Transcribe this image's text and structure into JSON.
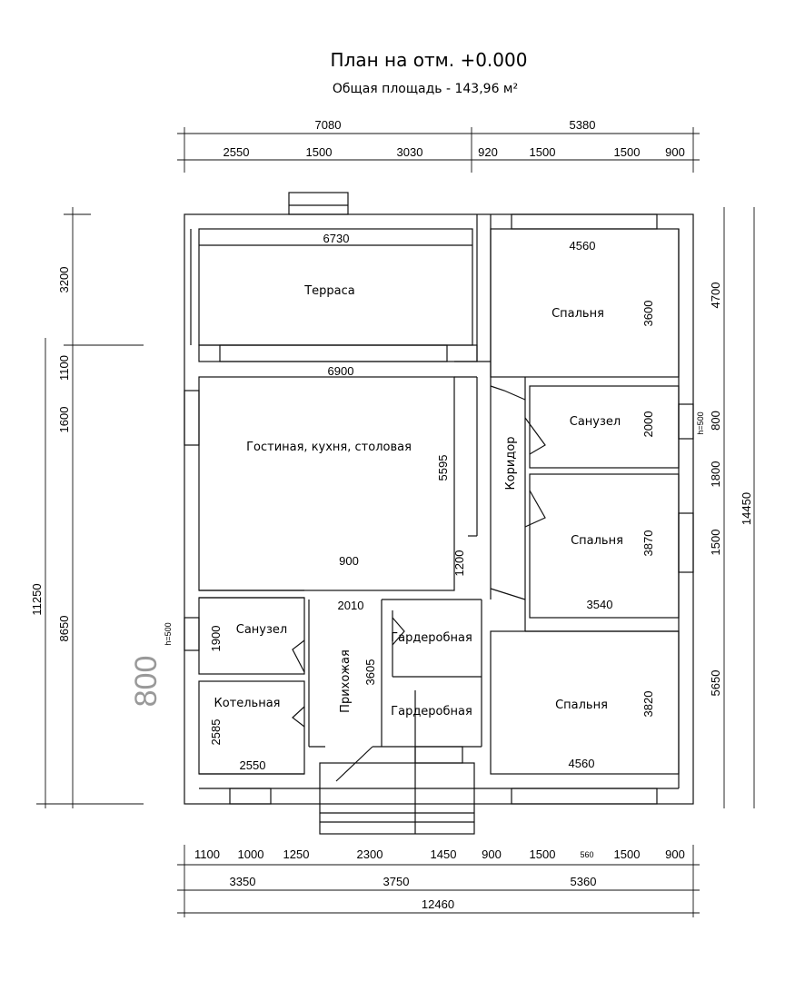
{
  "title": "План на отм. +0.000",
  "subtitle": "Общая площадь - 143,96 м²",
  "rooms": {
    "terrace": "Терраса",
    "bedroom_top": "Спальня",
    "living": "Гостиная, кухня, столовая",
    "bathroom_right": "Санузел",
    "corridor": "Коридор",
    "bedroom_mid": "Спальня",
    "bathroom_left": "Санузел",
    "boiler": "Котельная",
    "hall": "Прихожая",
    "wardrobe1": "Гардеробная",
    "wardrobe2": "Гардеробная",
    "bedroom_bottom": "Спальня"
  },
  "dims_top": {
    "overall": [
      "7080",
      "5380"
    ],
    "detail": [
      "2550",
      "1500",
      "3030",
      "920",
      "1500",
      "1500",
      "900"
    ]
  },
  "dims_bottom": {
    "detail": [
      "1100",
      "1000",
      "1250",
      "2300",
      "1450",
      "900",
      "1500",
      "560",
      "1500",
      "900"
    ],
    "mid": [
      "3350",
      "3750",
      "5360"
    ],
    "overall": "12460"
  },
  "dims_left": {
    "detail": [
      "3200",
      "1100",
      "1600",
      "8650"
    ],
    "overall": "11250",
    "h500": "h=500",
    "big": "800"
  },
  "dims_right": {
    "detail": [
      "4700",
      "800",
      "1800",
      "1500",
      "5650"
    ],
    "overall": "14450",
    "h500": "h=500"
  },
  "dims_inner": {
    "terrace_w": "6730",
    "living_w": "6900",
    "living_h": "5595",
    "bed_top_w": "4560",
    "bed_top_h": "3600",
    "bath_r_h": "2000",
    "bed_mid_h": "3870",
    "bed_mid_w": "3540",
    "bed_bot_h": "3820",
    "bed_bot_w": "4560",
    "door_900": "900",
    "d1200": "1200",
    "hall_w": "2010",
    "hall_h": "3605",
    "bath_l_h": "1900",
    "boiler_h": "2585",
    "boiler_w": "2550"
  }
}
